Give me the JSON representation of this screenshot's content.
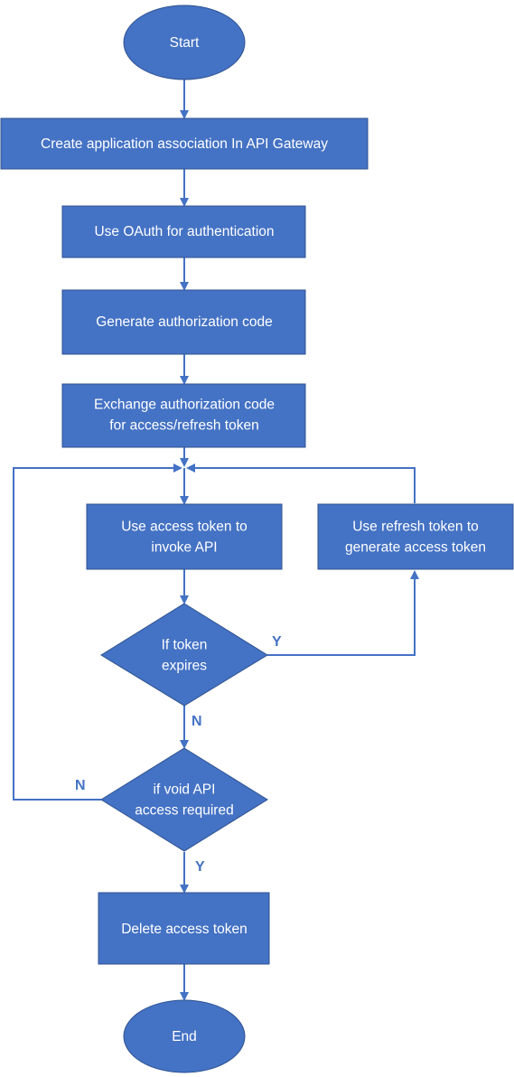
{
  "colors": {
    "node_fill": "#4472C4",
    "node_stroke": "#2F528F",
    "connector": "#4472C4",
    "node_text": "#FFFFFF",
    "edge_label": "#4472C4"
  },
  "nodes": {
    "start": {
      "shape": "ellipse",
      "lines": [
        "Start"
      ]
    },
    "create_association": {
      "shape": "rect",
      "lines": [
        "Create application association In API Gateway"
      ]
    },
    "oauth": {
      "shape": "rect",
      "lines": [
        "Use OAuth for authentication"
      ]
    },
    "generate_code": {
      "shape": "rect",
      "lines": [
        "Generate authorization code"
      ]
    },
    "exchange_code": {
      "shape": "rect",
      "lines": [
        "Exchange authorization code",
        "for access/refresh token"
      ]
    },
    "use_access_token": {
      "shape": "rect",
      "lines": [
        "Use access token to",
        "invoke API"
      ]
    },
    "use_refresh_token": {
      "shape": "rect",
      "lines": [
        "Use refresh token to",
        "generate access token"
      ]
    },
    "token_expires": {
      "shape": "diamond",
      "lines": [
        "If token",
        "expires"
      ]
    },
    "void_access": {
      "shape": "diamond",
      "lines": [
        "if void API",
        "access required"
      ]
    },
    "delete_token": {
      "shape": "rect",
      "lines": [
        "Delete access token"
      ]
    },
    "end": {
      "shape": "ellipse",
      "lines": [
        "End"
      ]
    }
  },
  "edges": {
    "expires_yes": {
      "from": "token_expires",
      "to": "use_refresh_token",
      "label": "Y"
    },
    "expires_no": {
      "from": "token_expires",
      "to": "void_access",
      "label": "N"
    },
    "void_no": {
      "from": "void_access",
      "to": "use_access_token",
      "label": "N"
    },
    "void_yes": {
      "from": "void_access",
      "to": "delete_token",
      "label": "Y"
    }
  }
}
